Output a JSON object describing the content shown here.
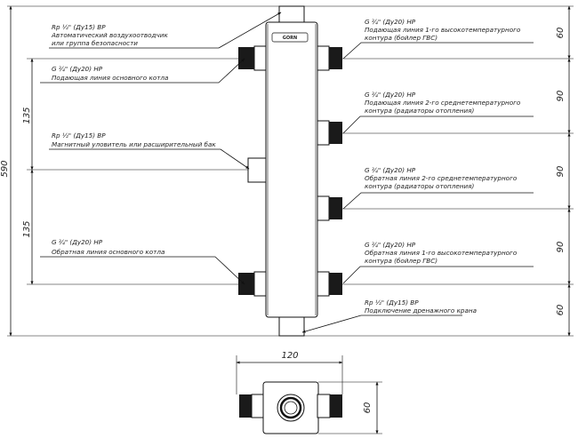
{
  "brand": "GORN",
  "callouts": {
    "top_left": {
      "spec": "Rp ½\" (Ду15) ВР",
      "line1": "Автоматический воздухоотводчик",
      "line2": "или группа безопасности"
    },
    "supply_main": {
      "spec": "G ¾\" (Ду20) НР",
      "line1": "Подающая линия основного котла"
    },
    "magnetic": {
      "spec": "Rp ½\" (Ду15) ВР",
      "line1": "Магнитный уловитель или расширительный бак"
    },
    "return_main": {
      "spec": "G ¾\" (Ду20) НР",
      "line1": "Обратная линия основного котла"
    },
    "r1": {
      "spec": "G ¾\" (Ду20) НР",
      "line1": "Подающая линия 1-го высокотемпературного",
      "line2": "контура (бойлер ГВС)"
    },
    "r2": {
      "spec": "G ¾\" (Ду20) НР",
      "line1": "Подающая линия 2-го среднетемпературного",
      "line2": "контура (радиаторы отопления)"
    },
    "r3": {
      "spec": "G ¾\" (Ду20) НР",
      "line1": "Обратная линия 2-го среднетемпературного",
      "line2": "контура (радиаторы отопления)"
    },
    "r4": {
      "spec": "G ¾\" (Ду20) НР",
      "line1": "Обратная линия 1-го высокотемпературного",
      "line2": "контура (бойлер ГВС)"
    },
    "drain": {
      "spec": "Rp ½\" (Ду15) ВР",
      "line1": "Подключение дренажного крана"
    }
  },
  "dimensions": {
    "overall": "590",
    "left_top": "135",
    "left_bottom": "135",
    "right": [
      "60",
      "90",
      "90",
      "90",
      "60"
    ],
    "bottom_width": "120",
    "bottom_height": "60"
  }
}
